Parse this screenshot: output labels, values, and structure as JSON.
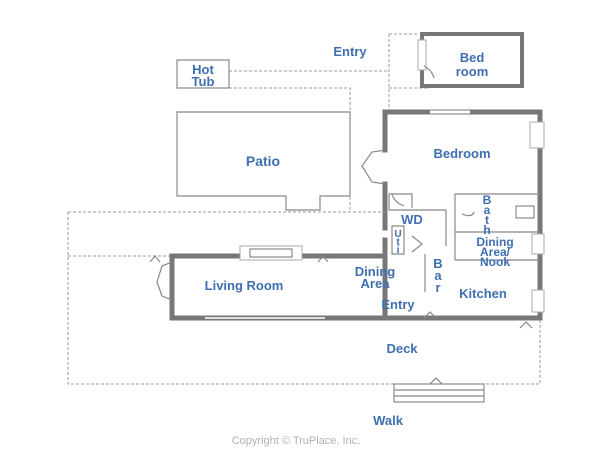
{
  "rooms": {
    "entry_top": "Entry",
    "bed_room_1": "Bed",
    "bed_room_2": "room",
    "hot_tub_1": "Hot",
    "hot_tub_2": "Tub",
    "patio": "Patio",
    "bedroom": "Bedroom",
    "bath": [
      "B",
      "a",
      "t",
      "h"
    ],
    "wd": "WD",
    "util": [
      "U",
      "t",
      "i"
    ],
    "dining_nook_1": "Dining",
    "dining_nook_2": "Area/",
    "dining_nook_3": "Nook",
    "dining_area_1": "Dining",
    "dining_area_2": "Area",
    "bar": [
      "B",
      "a",
      "r"
    ],
    "living_room": "Living Room",
    "kitchen": "Kitchen",
    "entry_bottom": "Entry",
    "deck": "Deck",
    "walk": "Walk"
  },
  "copyright": "Copyright © TruPlace, Inc.",
  "colors": {
    "label": "#3f6fb0",
    "wall": "#777777"
  }
}
